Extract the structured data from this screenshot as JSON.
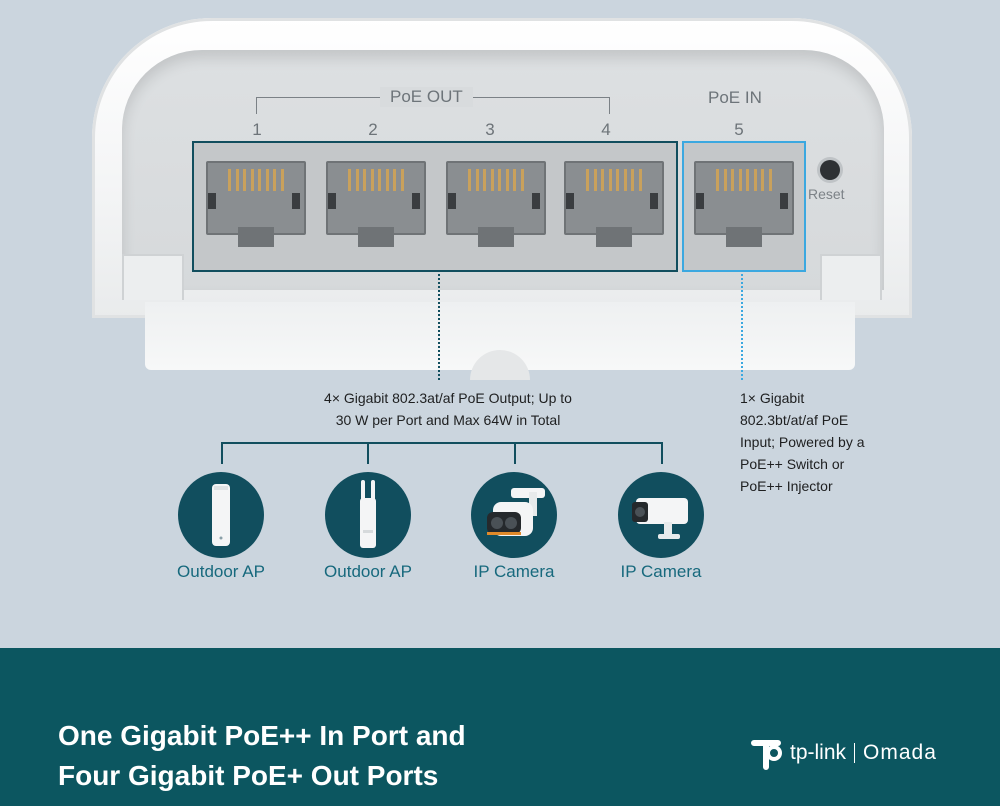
{
  "device": {
    "group_out_label": "PoE OUT",
    "group_in_label": "PoE IN",
    "port_numbers": [
      "1",
      "2",
      "3",
      "4",
      "5"
    ],
    "reset_label": "Reset"
  },
  "callouts": {
    "out_line1": "4× Gigabit 802.3at/af PoE Output; Up to",
    "out_line2": "30 W per Port and Max 64W in Total",
    "in_lines": [
      "1× Gigabit",
      "802.3bt/at/af PoE",
      "Input; Powered by a",
      "PoE++ Switch or",
      "PoE++ Injector"
    ]
  },
  "devices": [
    {
      "label": "Outdoor AP",
      "icon": "outdoor-ap-icon"
    },
    {
      "label": "Outdoor AP",
      "icon": "outdoor-antenna-ap-icon"
    },
    {
      "label": "IP Camera",
      "icon": "ptz-camera-icon"
    },
    {
      "label": "IP Camera",
      "icon": "bullet-camera-icon"
    }
  ],
  "banner": {
    "headline_line1": "One Gigabit PoE++ In Port and",
    "headline_line2": "Four Gigabit PoE+ Out Ports",
    "brand_left": "tp-link",
    "brand_right": "Omada"
  },
  "colors": {
    "accent_dark": "#114e5e",
    "accent_light": "#3ba8e0",
    "banner_bg": "#0c5660",
    "label_text": "#17697d"
  }
}
